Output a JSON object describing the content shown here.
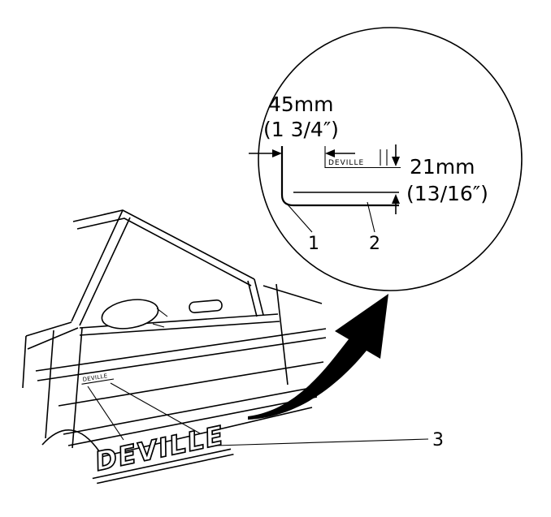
{
  "inset": {
    "width_mm": "45mm",
    "width_in": "(1 3/4″)",
    "height_mm": "21mm",
    "height_in": "(13/16″)",
    "emblem": "DEVILLE",
    "callout_1": "1",
    "callout_2": "2"
  },
  "vehicle": {
    "emblem_small": "DEVILLE",
    "emblem_large": "DEVILLE",
    "callout_3": "3"
  },
  "colors": {
    "ink": "#000000",
    "paper": "#ffffff"
  }
}
